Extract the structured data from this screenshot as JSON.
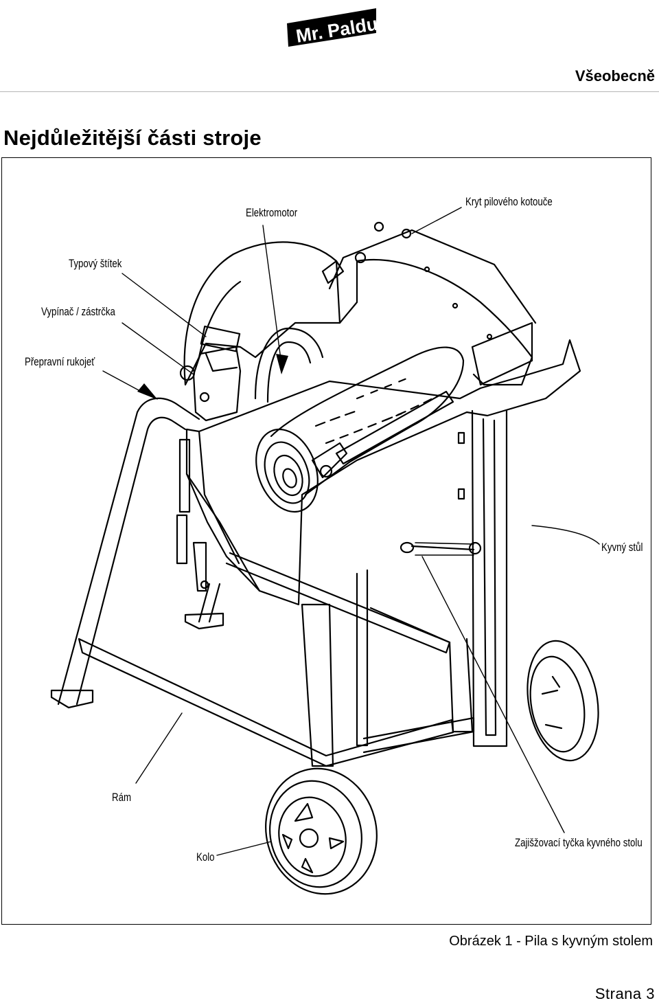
{
  "header": {
    "logo_text": "Mr. Paldu",
    "section": "Všeobecně"
  },
  "page_title": "Nejdůležitější části stroje",
  "figure": {
    "labels": {
      "elektromotor": "Elektromotor",
      "kryt": "Kryt pilového kotouče",
      "stitek": "Typový štítek",
      "vypinac": "Vypínač / zástrčka",
      "rukojet": "Přepravní rukojeť",
      "stul": "Kyvný stůl",
      "ram": "Rám",
      "kolo": "Kolo",
      "tycka": "Zajišžovací tyčka kyvného stolu"
    },
    "caption": "Obrázek 1 - Pila s kyvným stolem"
  },
  "footer": {
    "page": "Strana  3"
  }
}
